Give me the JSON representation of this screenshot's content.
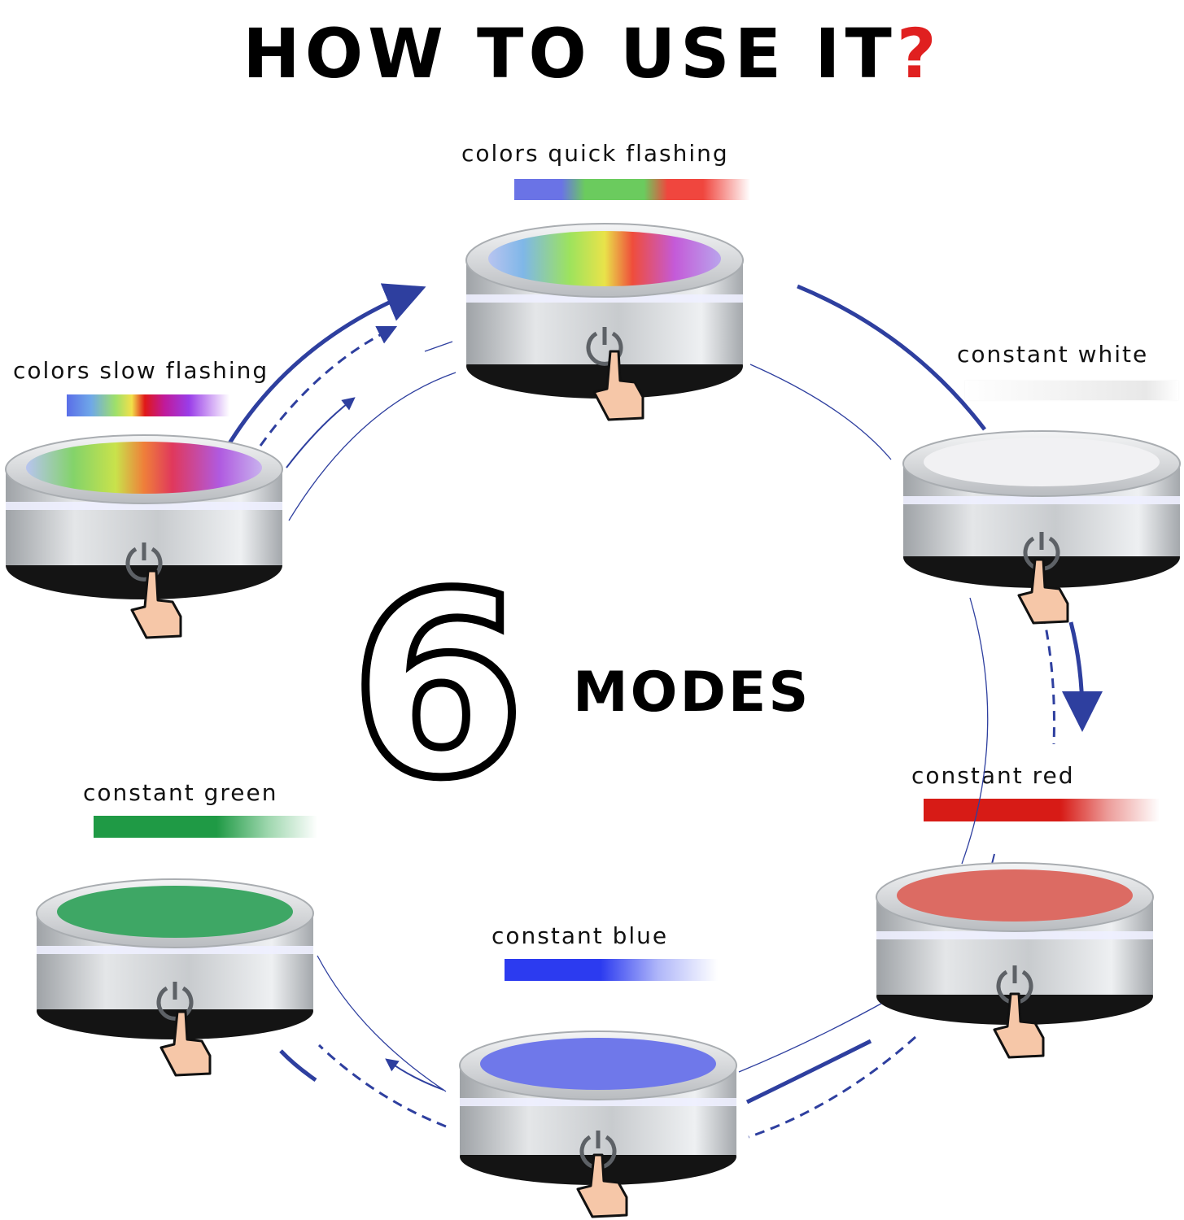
{
  "title": {
    "text": "HOW TO USE IT",
    "mark": "?"
  },
  "center": {
    "number": "6",
    "word": "MODES"
  },
  "modes": [
    {
      "label": "colors quick flashing",
      "colors": [
        "#6a73e6",
        "#6bcb5e",
        "#f0463e"
      ]
    },
    {
      "label": "constant white",
      "colors": [
        "#eeeeee",
        "#ffffff"
      ]
    },
    {
      "label": "constant red",
      "colors": [
        "#d71b16",
        "#e05a55"
      ]
    },
    {
      "label": "constant blue",
      "colors": [
        "#2c3bf0",
        "#7a86f5"
      ]
    },
    {
      "label": "constant green",
      "colors": [
        "#1f9a45",
        "#5ebc78"
      ]
    },
    {
      "label": "colors slow flashing",
      "colors": [
        "#5a6ee8",
        "#9ee06a",
        "#e01818",
        "#9a3de8"
      ]
    }
  ],
  "arrow_color": "#2e3f9f"
}
